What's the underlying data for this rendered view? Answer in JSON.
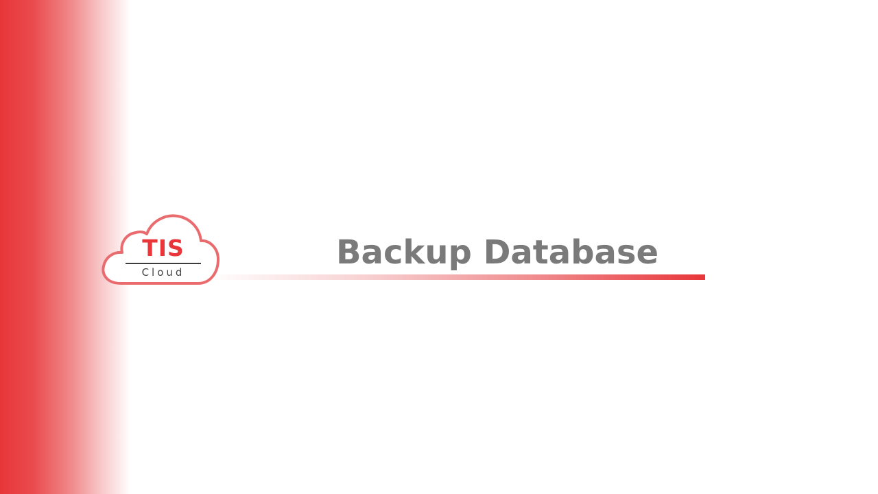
{
  "slide": {
    "title": "Backup Database"
  },
  "logo": {
    "mark": "TIS",
    "subtitle": "Cloud"
  },
  "colors": {
    "accent": "#e8363a",
    "title": "#7a7a7a",
    "background": "#ffffff"
  }
}
